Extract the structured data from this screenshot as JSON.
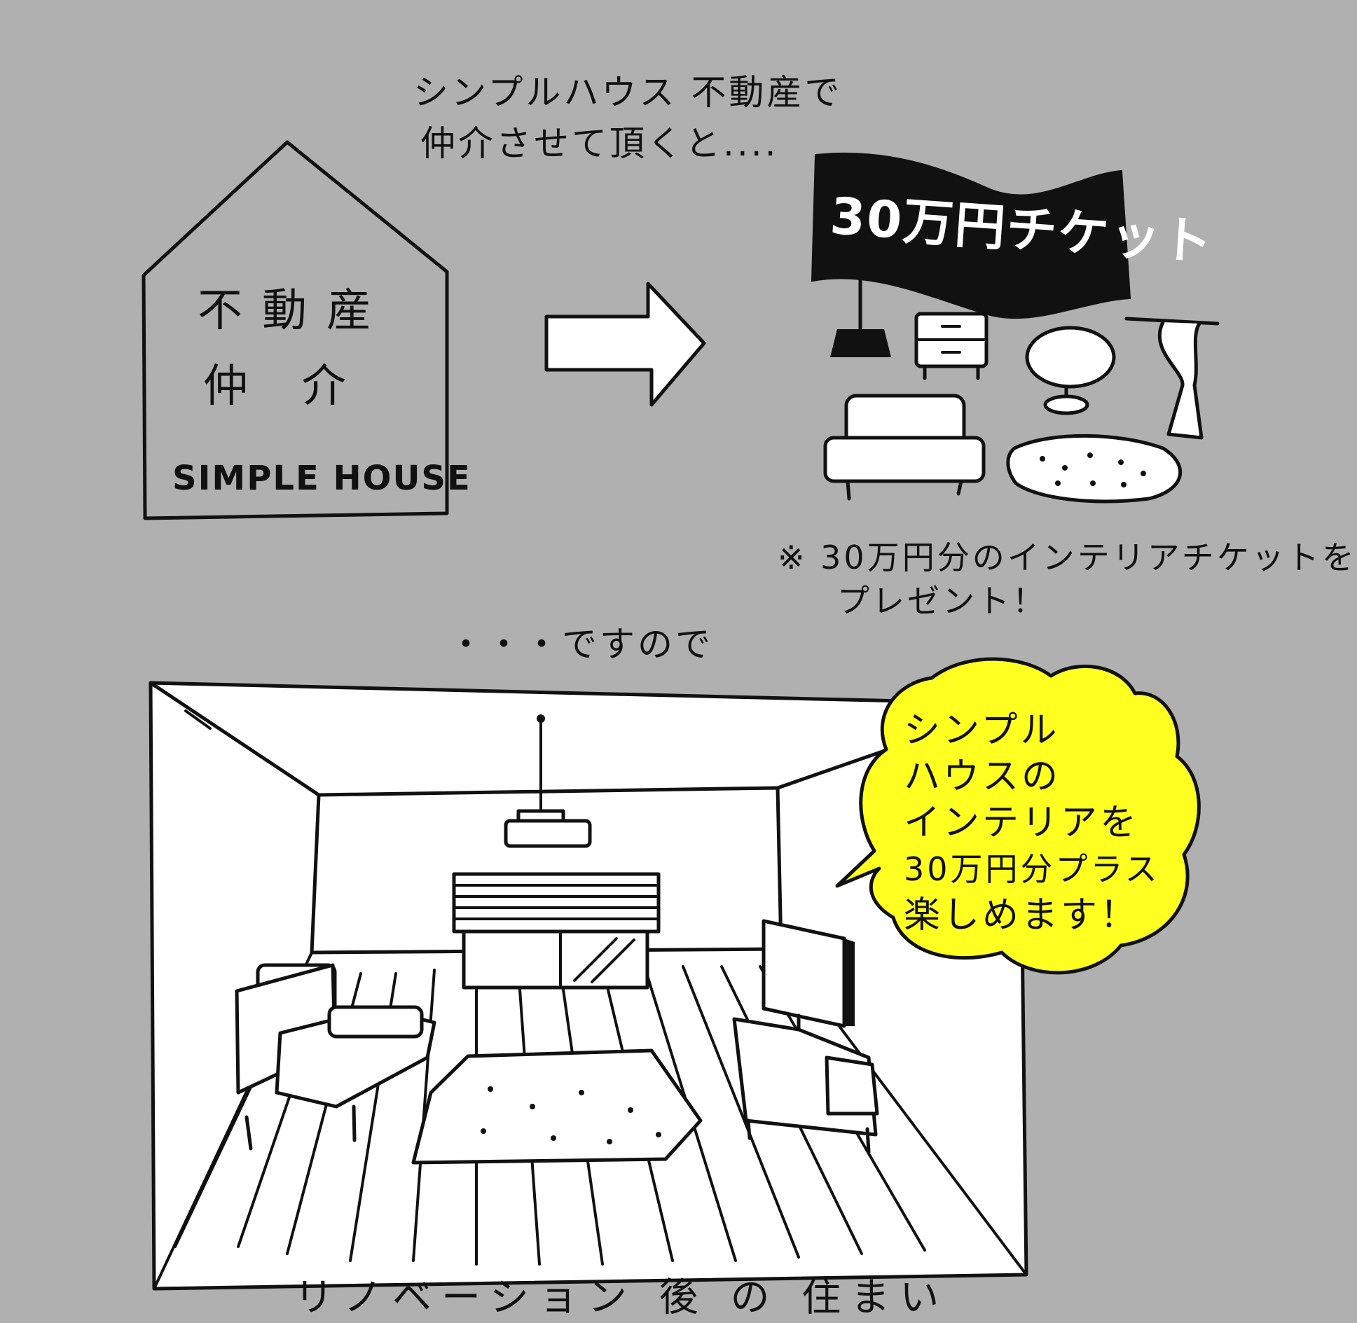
{
  "intro": {
    "line1": "シンプルハウス 不動産で",
    "line2": "仲介させて頂くと....",
    "ellipsis_dots": "...."
  },
  "house_sign": {
    "line1": "不動産",
    "line2": "仲 介",
    "brand": "SIMPLE HOUSE"
  },
  "ticket_flag": {
    "label": "30万円チケット"
  },
  "ticket_note": {
    "line1": "※ 30万円分のインテリアチケットを",
    "line2": "プレゼント！"
  },
  "transition": {
    "text": "・・・ですので"
  },
  "speech_bubble": {
    "lines": [
      "シンプル",
      "ハウスの",
      "インテリアを",
      "30万円分プラス",
      "楽しめます！"
    ],
    "fill_color": "#ffff22"
  },
  "caption": {
    "text": "リノベーション 後 の 住まい"
  },
  "icons": {
    "arrow": "right-arrow-icon",
    "flag": "banner-flag-icon"
  },
  "colors": {
    "background": "#b0b0b0",
    "ink": "#111111",
    "paper": "#ffffff",
    "bubble": "#ffff22",
    "flag": "#111111"
  }
}
